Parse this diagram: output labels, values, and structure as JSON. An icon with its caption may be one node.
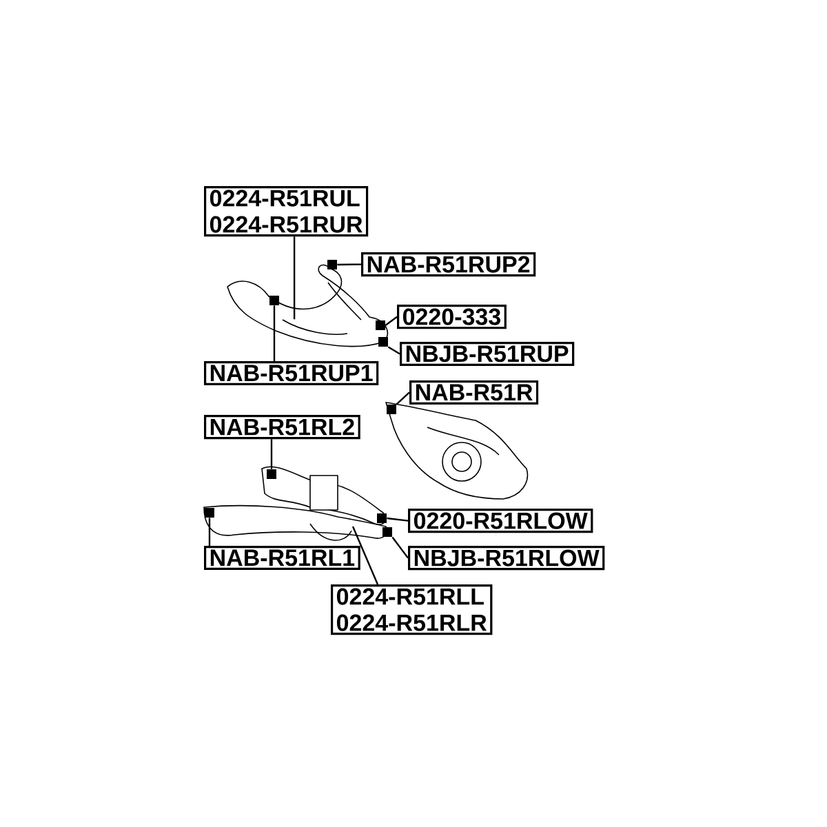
{
  "diagram": {
    "nodes": [
      {
        "text": [
          "0224-R51RUL",
          "0224-R51RUR"
        ]
      },
      {
        "text": [
          "NAB-R51RUP2"
        ]
      },
      {
        "text": [
          "0220-333"
        ]
      },
      {
        "text": [
          "NBJB-R51RUP"
        ]
      },
      {
        "text": [
          "NAB-R51RUP1"
        ]
      },
      {
        "text": [
          "NAB-R51R"
        ]
      },
      {
        "text": [
          "NAB-R51RL2"
        ]
      },
      {
        "text": [
          "0220-R51RLOW"
        ]
      },
      {
        "text": [
          "NBJB-R51RLOW"
        ]
      },
      {
        "text": [
          "NAB-R51RL1"
        ]
      },
      {
        "text": [
          "0224-R51RLL",
          "0224-R51RLR"
        ]
      },
      {
        "text": [],
        "shape": "box"
      },
      {
        "text": [],
        "shape": "box"
      },
      {
        "text": [],
        "shape": "box"
      },
      {
        "text": [],
        "shape": "box"
      },
      {
        "text": [],
        "shape": "box"
      },
      {
        "text": [],
        "shape": "box"
      },
      {
        "text": [],
        "shape": "box"
      },
      {
        "text": [],
        "shape": "box"
      },
      {
        "text": [],
        "shape": "box"
      }
    ],
    "edges": [
      {
        "from": 0,
        "to": null,
        "arrow": "none"
      },
      {
        "from": 1,
        "to": 11,
        "arrow": "none"
      },
      {
        "from": 2,
        "to": 12,
        "arrow": "none"
      },
      {
        "from": 3,
        "to": 13,
        "arrow": "none"
      },
      {
        "from": 4,
        "to": 14,
        "arrow": "none"
      },
      {
        "from": 5,
        "to": 15,
        "arrow": "none"
      },
      {
        "from": 6,
        "to": 16,
        "arrow": "none"
      },
      {
        "from": 7,
        "to": 17,
        "arrow": "none"
      },
      {
        "from": 8,
        "to": 18,
        "arrow": "none"
      },
      {
        "from": 9,
        "to": 19,
        "arrow": "none"
      },
      {
        "from": 10,
        "to": null,
        "arrow": "none"
      }
    ]
  }
}
